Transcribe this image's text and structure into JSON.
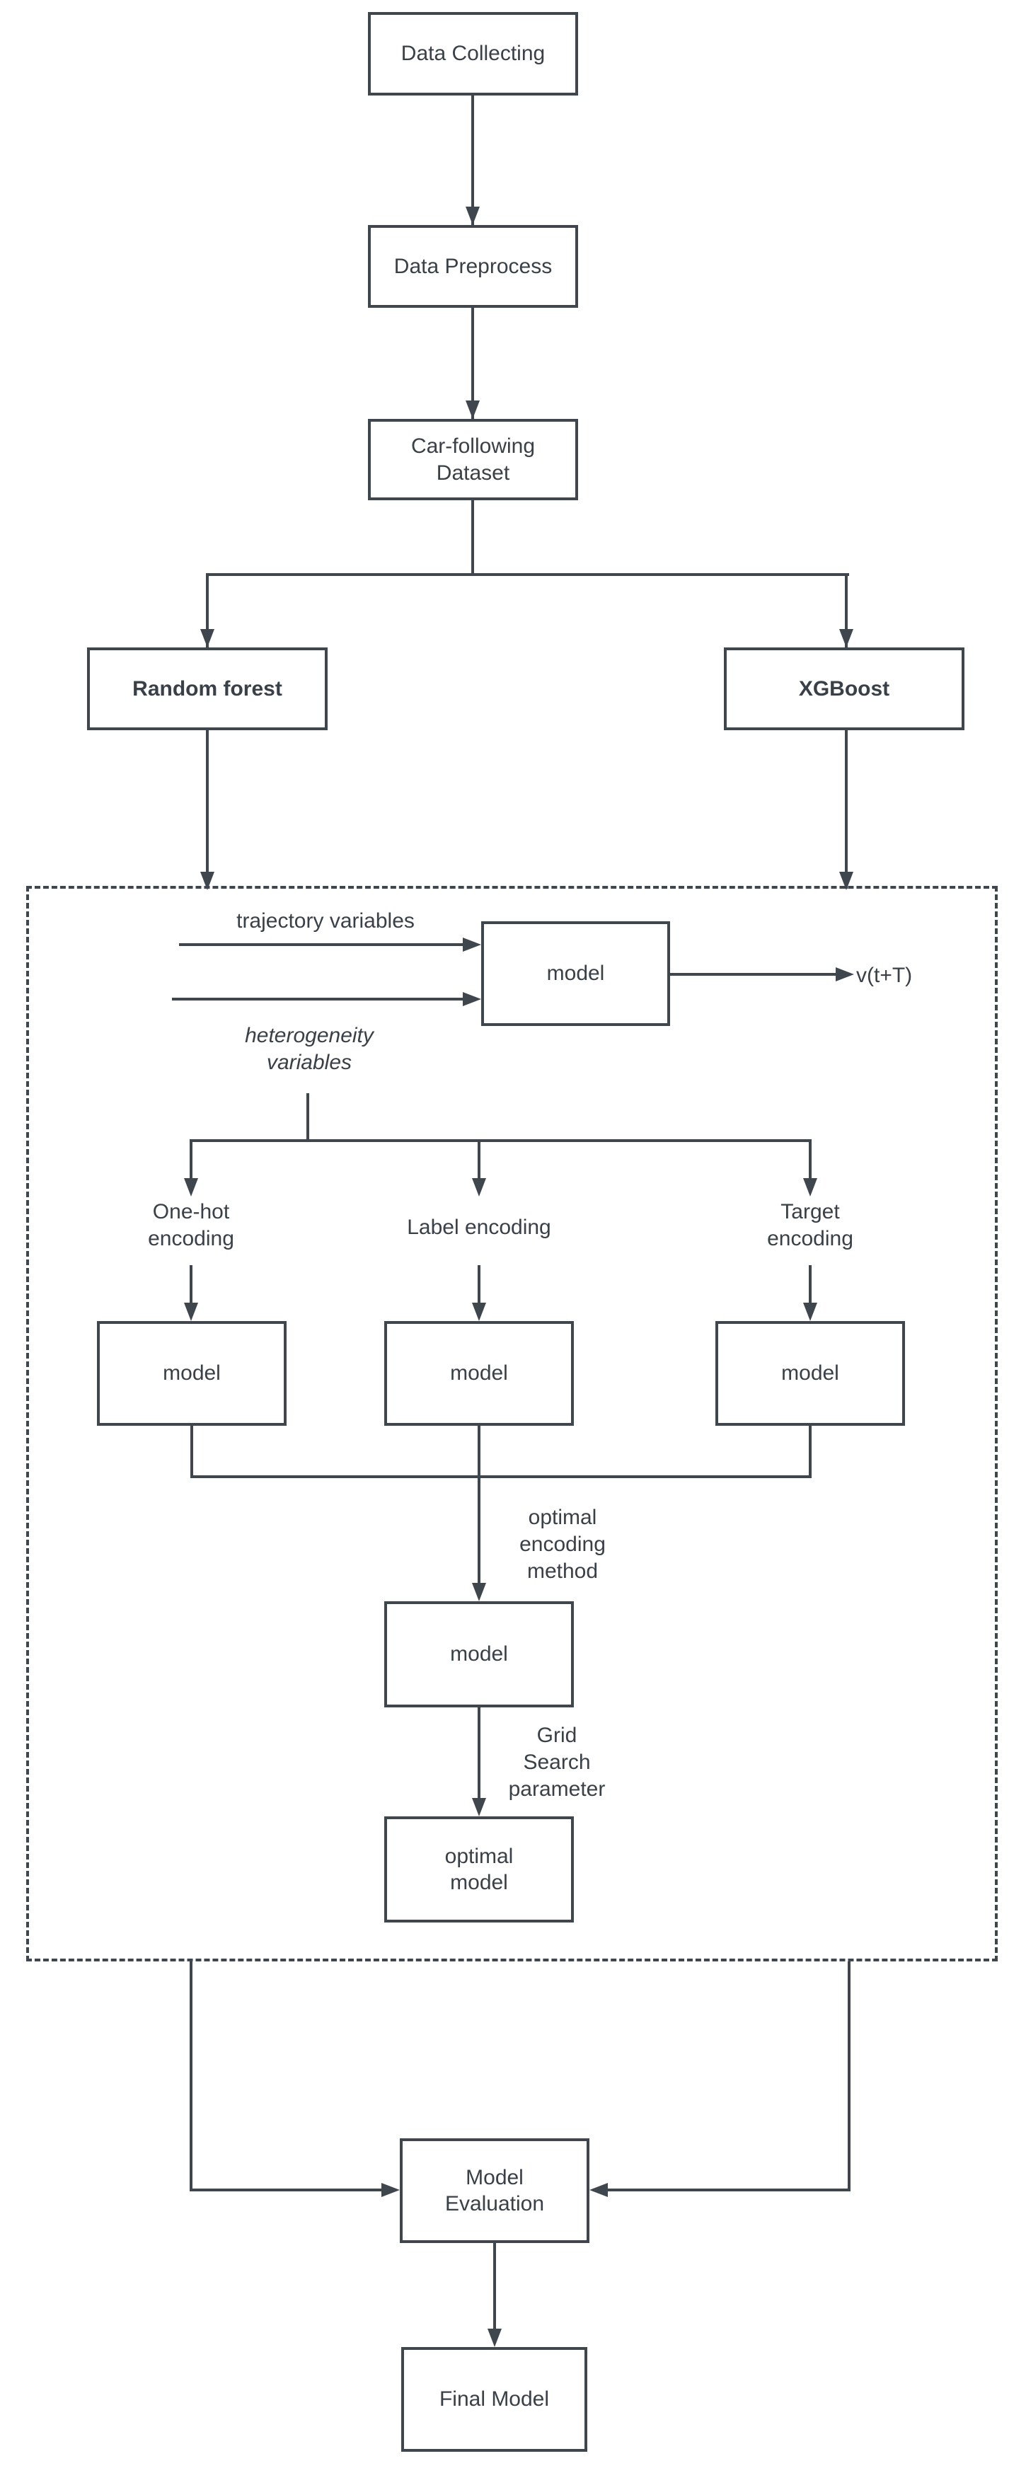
{
  "nodes": {
    "data_collecting": "Data Collecting",
    "data_preprocess": "Data Preprocess",
    "car_following_dataset": "Car-following Dataset",
    "random_forest": "Random forest",
    "xgboost": "XGBoost",
    "model_trajectory": "model",
    "model_onehot": "model",
    "model_label": "model",
    "model_target": "model",
    "model_combined": "model",
    "optimal_model": "optimal model",
    "model_evaluation": "Model Evaluation",
    "final_model": "Final Model"
  },
  "labels": {
    "trajectory_variables": "trajectory variables",
    "heterogeneity_variables": "heterogeneity variables",
    "prediction_output": "v(t+T)",
    "one_hot_encoding": "One-hot encoding",
    "label_encoding": "Label encoding",
    "target_encoding": "Target encoding",
    "optimal_encoding_method": "optimal encoding method",
    "grid_search_parameter": "Grid Search parameter"
  },
  "colors": {
    "line": "#3f464e",
    "text": "#3a4047",
    "background": "#ffffff"
  }
}
